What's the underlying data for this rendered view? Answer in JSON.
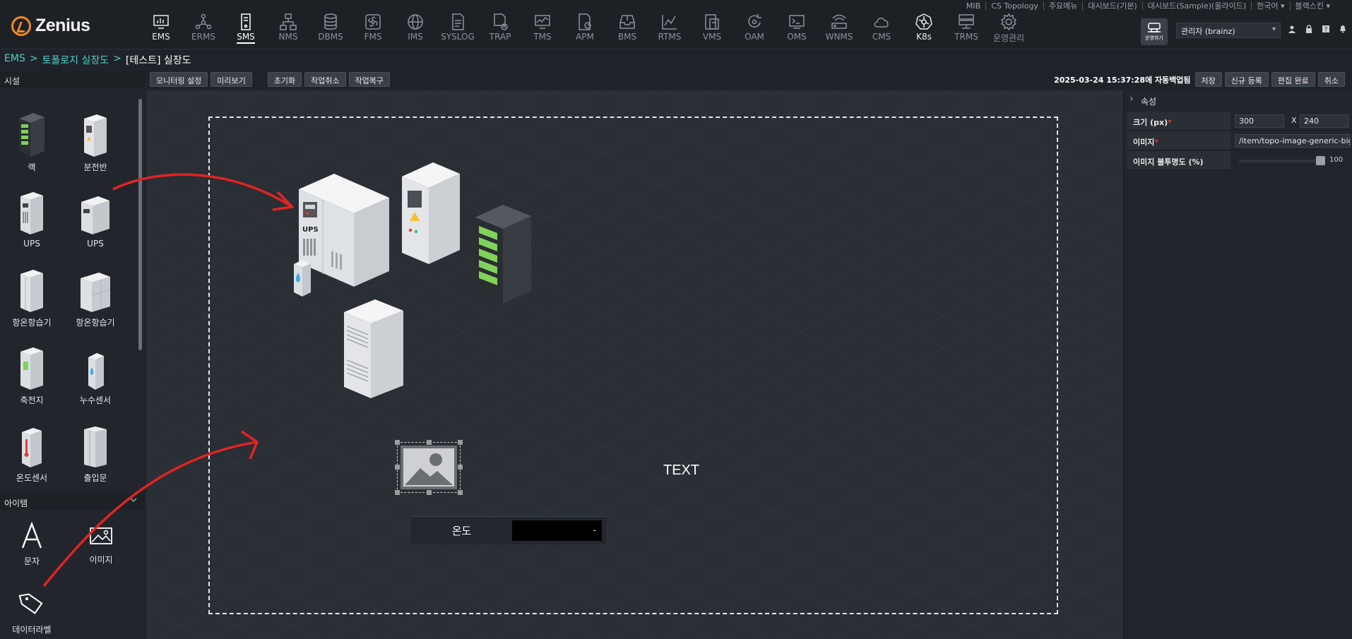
{
  "app": {
    "name": "Zenius"
  },
  "colors": {
    "accent": "#4fd0c6",
    "logo": "#f08a24",
    "annotation_arrow": "#e02424"
  },
  "top_links": [
    "MIB",
    "CS Topology",
    "주요메뉴",
    "대시보드(기본)",
    "대시보드(Sample)(올라이드)",
    "한국어 ▾",
    "블랙스킨 ▾"
  ],
  "menu": [
    {
      "label": "EMS",
      "icon": "monitor-chart-icon"
    },
    {
      "label": "ERMS",
      "icon": "network-nodes-icon"
    },
    {
      "label": "SMS",
      "icon": "server-tower-icon"
    },
    {
      "label": "NMS",
      "icon": "network-topology-icon"
    },
    {
      "label": "DBMS",
      "icon": "database-icon"
    },
    {
      "label": "FMS",
      "icon": "fan-icon"
    },
    {
      "label": "IMS",
      "icon": "globe-icon"
    },
    {
      "label": "SYSLOG",
      "icon": "log-file-icon"
    },
    {
      "label": "TRAP",
      "icon": "trap-icon"
    },
    {
      "label": "TMS",
      "icon": "traffic-monitor-icon"
    },
    {
      "label": "APM",
      "icon": "app-performance-icon"
    },
    {
      "label": "BMS",
      "icon": "inbox-icon"
    },
    {
      "label": "RTMS",
      "icon": "realtime-chart-icon"
    },
    {
      "label": "VMS",
      "icon": "virtual-server-icon"
    },
    {
      "label": "OAM",
      "icon": "refresh-cycle-icon"
    },
    {
      "label": "OMS",
      "icon": "terminal-icon"
    },
    {
      "label": "WNMS",
      "icon": "wifi-router-icon"
    },
    {
      "label": "CMS",
      "icon": "cloud-icon"
    },
    {
      "label": "K8s",
      "icon": "kubernetes-icon"
    },
    {
      "label": "TRMS",
      "icon": "trms-icon"
    },
    {
      "label": "운영관리",
      "icon": "gear-icon"
    }
  ],
  "active_menu": "SMS",
  "ops_button": {
    "label": "운영하기"
  },
  "user": {
    "label": "관리자 (brainz)"
  },
  "breadcrumb": {
    "root": "EMS",
    "sep": ">",
    "mid": "토폴로지 실장도",
    "current": "[테스트] 실장도"
  },
  "left_panel": {
    "facility_title": "시설",
    "facility_items": [
      {
        "label": "랙",
        "icon": "rack-icon"
      },
      {
        "label": "분전반",
        "icon": "distribution-panel-icon"
      },
      {
        "label": "UPS",
        "icon": "ups-icon"
      },
      {
        "label": "UPS",
        "icon": "ups-small-icon"
      },
      {
        "label": "항온항습기",
        "icon": "crac-icon"
      },
      {
        "label": "항온항습기",
        "icon": "crac-wide-icon"
      },
      {
        "label": "축전지",
        "icon": "battery-icon"
      },
      {
        "label": "누수센서",
        "icon": "leak-sensor-icon"
      },
      {
        "label": "온도센서",
        "icon": "temperature-sensor-icon"
      },
      {
        "label": "출입문",
        "icon": "door-icon"
      }
    ],
    "items_title": "아이템",
    "items": [
      {
        "label": "문자",
        "icon": "text-icon"
      },
      {
        "label": "이미지",
        "icon": "image-icon"
      },
      {
        "label": "데이터라벨",
        "icon": "tag-icon"
      }
    ]
  },
  "toolbar": {
    "monitoring": "모니터링 설정",
    "preview": "미리보기",
    "reset": "초기화",
    "undo": "작업취소",
    "redo": "작업복구",
    "autosave": "2025-03-24 15:37:28에 자동백업됨",
    "save": "저장",
    "new": "신규 등록",
    "done": "편집 완료",
    "cancel": "취소"
  },
  "canvas": {
    "text_item": "TEXT",
    "data_label": {
      "name": "온도",
      "value": "-"
    }
  },
  "properties": {
    "title": "속성",
    "size_label": "크기 (px)",
    "size_w": "300",
    "size_x": "X",
    "size_h": "240",
    "image_label": "이미지",
    "image_value": "/item/topo-image-generic-big.png",
    "opacity_label": "이미지 불투명도 (%)",
    "opacity_value": "100"
  }
}
